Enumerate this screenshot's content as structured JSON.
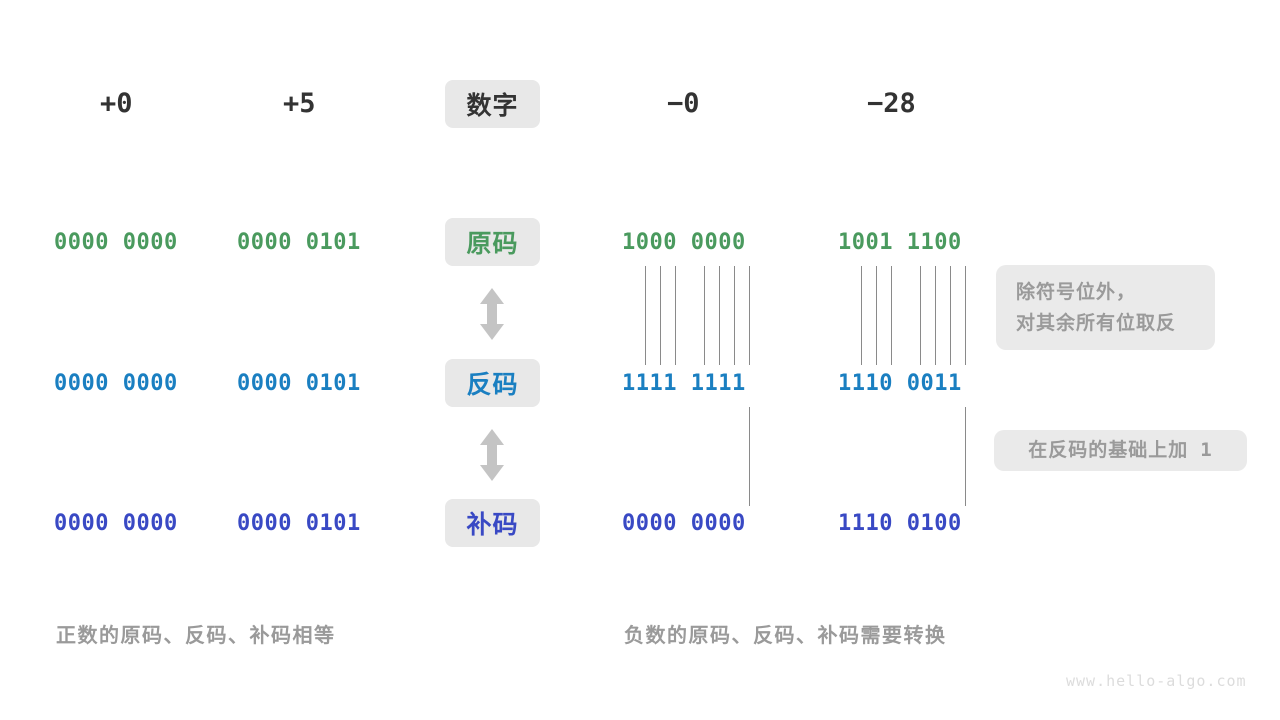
{
  "watermark": "www.hello-algo.com",
  "colors": {
    "sign_magnitude": "#4a9a5e",
    "ones_complement": "#1a7fc1",
    "twos_complement": "#3949c4",
    "pill_bg": "#e8e8e8",
    "note_bg": "#eaeaea",
    "note_text": "#9a9a9a",
    "header_text": "#333333",
    "tick_line": "#8a8a8a",
    "arrow": "#c4c4c4",
    "background": "#ffffff"
  },
  "row_labels": {
    "header": "数字",
    "sign_magnitude": "原码",
    "ones_complement": "反码",
    "twos_complement": "补码"
  },
  "columns": [
    {
      "header": "+0",
      "sign_magnitude": "0000 0000",
      "ones_complement": "0000 0000",
      "twos_complement": "0000 0000"
    },
    {
      "header": "+5",
      "sign_magnitude": "0000 0101",
      "ones_complement": "0000 0101",
      "twos_complement": "0000 0101"
    },
    {
      "header": "−0",
      "sign_magnitude": "1000 0000",
      "ones_complement": "1111 1111",
      "twos_complement": "0000 0000"
    },
    {
      "header": "−28",
      "sign_magnitude": "1001 1100",
      "ones_complement": "1110 0011",
      "twos_complement": "1110 0100"
    }
  ],
  "notes": {
    "invert": {
      "line1": "除符号位外，",
      "line2": "对其余所有位取反"
    },
    "add_one": {
      "text": "在反码的基础上加",
      "value": "1"
    }
  },
  "captions": {
    "positive": "正数的原码、反码、补码相等",
    "negative": "负数的原码、反码、补码需要转换"
  },
  "arrows": {
    "sign_to_ones": "double-headed-vertical-arrow",
    "ones_to_twos": "double-headed-vertical-arrow"
  }
}
